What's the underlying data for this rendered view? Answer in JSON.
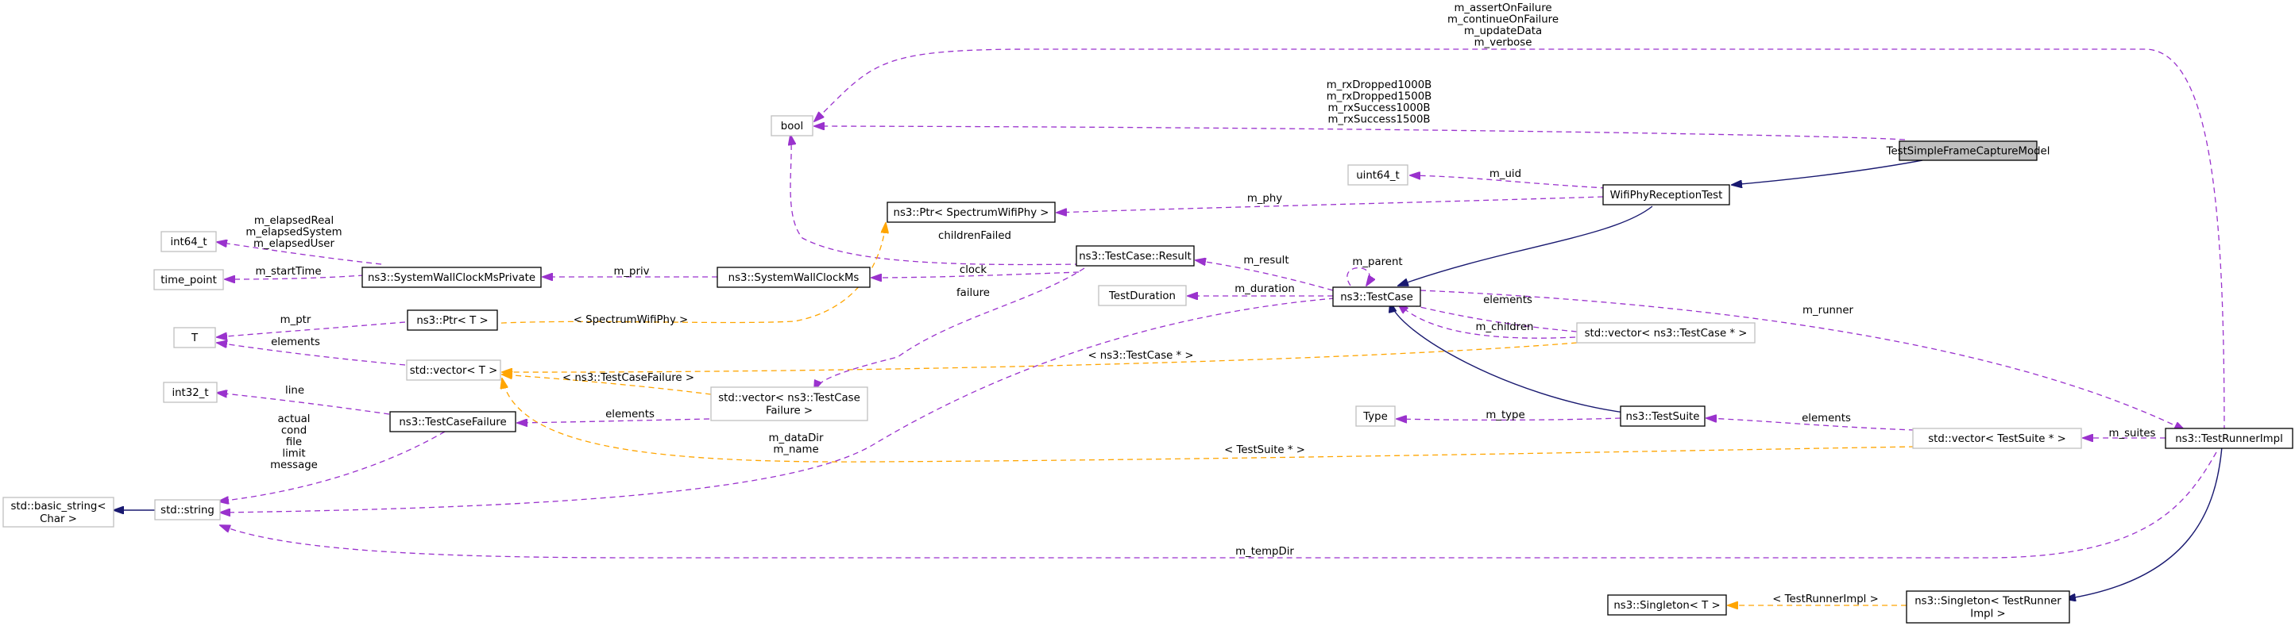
{
  "colors": {
    "usage": "#9a32cd",
    "template": "#ffa500",
    "inherit": "#191970",
    "solid_border": "#000000",
    "dim_border": "#bfbfbf",
    "highlight_fill": "#bfbfbf",
    "node_fill": "#ffffff"
  },
  "nodes": {
    "test_simple_frame_capture_model": [
      "TestSimpleFrameCaptureModel"
    ],
    "bool": [
      "bool"
    ],
    "uint64_t": [
      "uint64_t"
    ],
    "wifi_phy_reception_test": [
      "WifiPhyReceptionTest"
    ],
    "ptr_spectrum_wifi_phy": [
      "ns3::Ptr< SpectrumWifiPhy >"
    ],
    "int64_t": [
      "int64_t"
    ],
    "time_point": [
      "time_point"
    ],
    "system_wall_clock_ms_private": [
      "ns3::SystemWallClockMsPrivate"
    ],
    "system_wall_clock_ms": [
      "ns3::SystemWallClockMs"
    ],
    "test_case_result": [
      "ns3::TestCase::Result"
    ],
    "test_duration": [
      "TestDuration"
    ],
    "test_case": [
      "ns3::TestCase"
    ],
    "t": [
      "T"
    ],
    "ptr_t": [
      "ns3::Ptr< T >"
    ],
    "vector_t": [
      "std::vector< T >"
    ],
    "vector_test_case_ptr": [
      "std::vector< ns3::TestCase * >"
    ],
    "int32_t": [
      "int32_t"
    ],
    "vector_test_case_failure": [
      "std::vector< ns3::TestCase",
      "Failure >"
    ],
    "test_case_failure": [
      "ns3::TestCaseFailure"
    ],
    "type": [
      "Type"
    ],
    "test_suite": [
      "ns3::TestSuite"
    ],
    "basic_string": [
      "std::basic_string<",
      "Char >"
    ],
    "string": [
      "std::string"
    ],
    "vector_test_suite_ptr": [
      "std::vector< TestSuite * >"
    ],
    "test_runner_impl": [
      "ns3::TestRunnerImpl"
    ],
    "singleton_t": [
      "ns3::Singleton< T >"
    ],
    "singleton_test_runner_impl": [
      "ns3::Singleton< TestRunner",
      "Impl >"
    ]
  },
  "edge_labels": {
    "runner_to_bool": [
      "m_assertOnFailure",
      "m_continueOnFailure",
      "m_updateData",
      "m_verbose"
    ],
    "model_to_bool": [
      "m_rxDropped1000B",
      "m_rxDropped1500B",
      "m_rxSuccess1000B",
      "m_rxSuccess1500B"
    ],
    "uid": [
      "m_uid"
    ],
    "phy": [
      "m_phy"
    ],
    "private_to_int64": [
      "m_elapsedReal",
      "m_elapsedSystem",
      "m_elapsedUser"
    ],
    "start_time": [
      "m_startTime"
    ],
    "priv": [
      "m_priv"
    ],
    "children_failed": [
      "childrenFailed"
    ],
    "clock": [
      "clock"
    ],
    "result": [
      "m_result"
    ],
    "parent": [
      "m_parent"
    ],
    "failure": [
      "failure"
    ],
    "duration": [
      "m_duration"
    ],
    "ptr_spectrum_tpl": [
      "< SpectrumWifiPhy >"
    ],
    "ptr_field": [
      "m_ptr"
    ],
    "elements_t": [
      "elements"
    ],
    "tc_elements": [
      "elements"
    ],
    "children": [
      "m_children"
    ],
    "runner": [
      "m_runner"
    ],
    "testcase_ptr_tpl": [
      "< ns3::TestCase * >"
    ],
    "failure_tpl": [
      "< ns3::TestCaseFailure >"
    ],
    "line": [
      "line"
    ],
    "failure_elements": [
      "elements"
    ],
    "type_field": [
      "m_type"
    ],
    "suite_elements": [
      "elements"
    ],
    "failure_strings": [
      "actual",
      "cond",
      "file",
      "limit",
      "message"
    ],
    "datadir_name": [
      "m_dataDir",
      "m_name"
    ],
    "testsuite_tpl": [
      "< TestSuite * >"
    ],
    "suites": [
      "m_suites"
    ],
    "tempdir": [
      "m_tempDir"
    ],
    "testrunner_tpl": [
      "< TestRunnerImpl >"
    ]
  }
}
